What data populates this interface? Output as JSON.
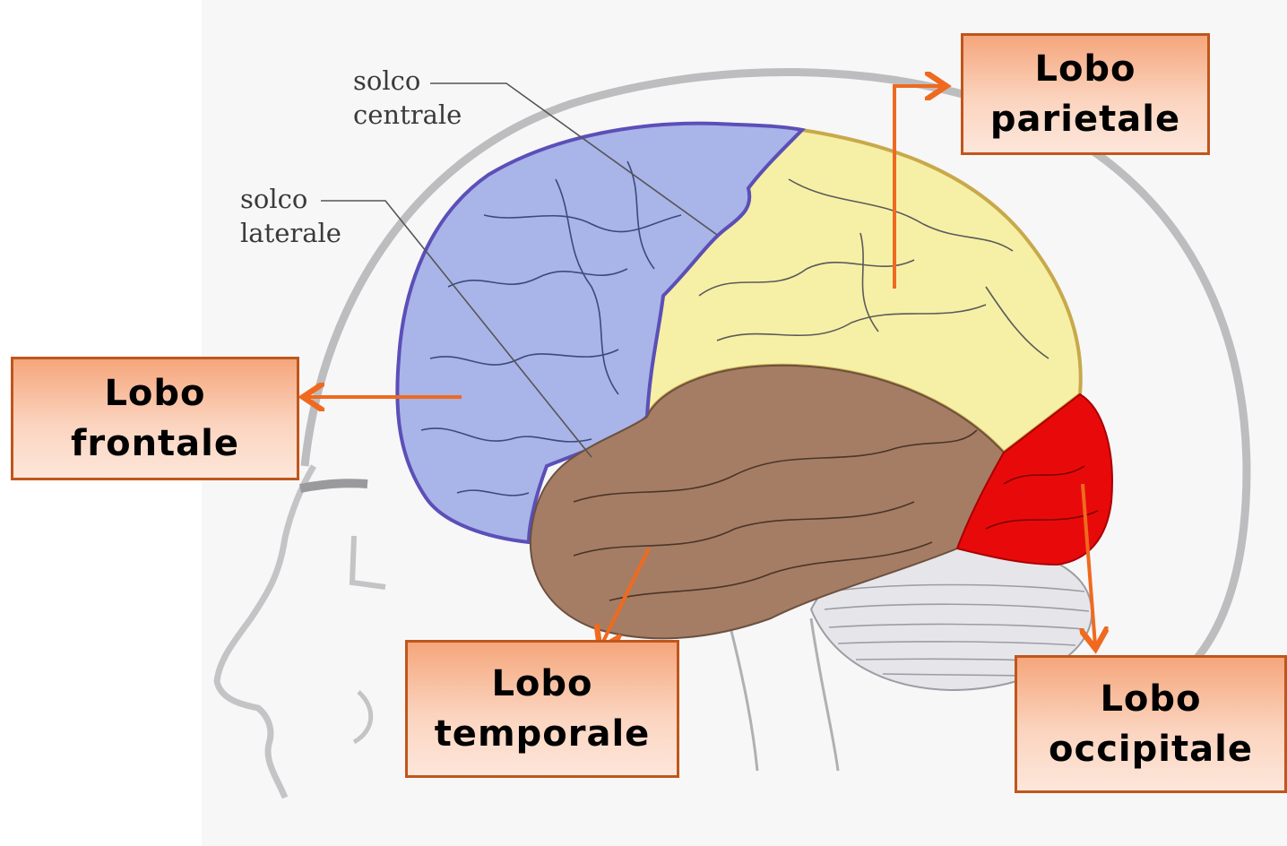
{
  "labels": {
    "solco_centrale": [
      "solco",
      "centrale"
    ],
    "solco_laterale": [
      "solco",
      "laterale"
    ]
  },
  "callouts": {
    "parietale": [
      "Lobo",
      "parietale"
    ],
    "frontale": [
      "Lobo",
      "frontale"
    ],
    "temporale": [
      "Lobo",
      "temporale"
    ],
    "occipitale": [
      "Lobo",
      "occipitale"
    ]
  },
  "colors": {
    "frontal": "#a9b4e8",
    "parietal": "#f6f0a6",
    "temporal": "#a57d64",
    "occipital": "#e80a0a",
    "arrow": "#ef6a1f",
    "callout_border": "#c0561b"
  }
}
